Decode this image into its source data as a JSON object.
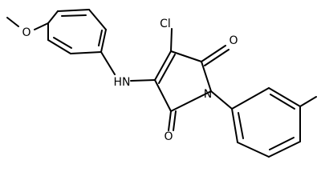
{
  "molecule": {
    "atoms": {
      "cl": "Cl",
      "o_top": "O",
      "o_bottom": "O",
      "n_ring": "N",
      "nh": "HN",
      "o_methoxy": "O"
    },
    "colors": {
      "bond": "#000000",
      "label": "#000000",
      "background": "#ffffff"
    }
  }
}
